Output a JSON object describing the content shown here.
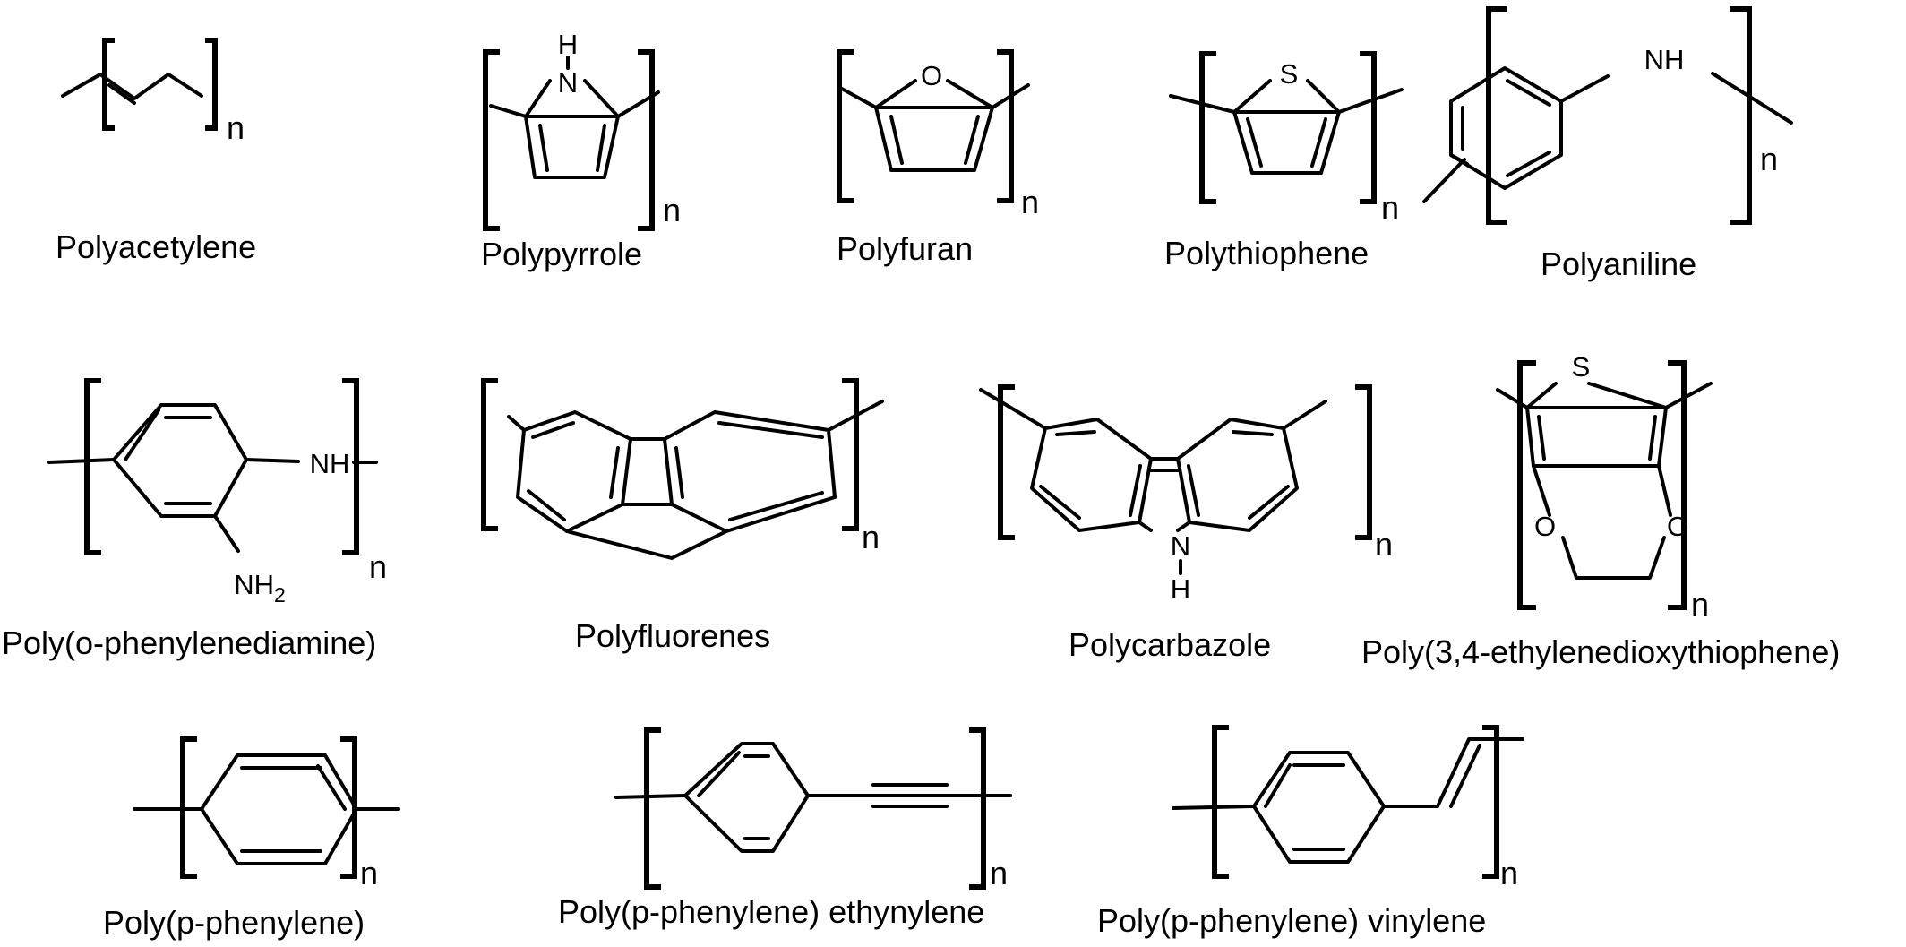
{
  "polymers": [
    {
      "id": "polyacetylene",
      "name": "Polyacetylene",
      "subscript": "n",
      "atoms": []
    },
    {
      "id": "polypyrrole",
      "name": "Polypyrrole",
      "subscript": "n",
      "atoms": [
        "N",
        "H"
      ]
    },
    {
      "id": "polyfuran",
      "name": "Polyfuran",
      "subscript": "n",
      "atoms": [
        "O"
      ]
    },
    {
      "id": "polythiophene",
      "name": "Polythiophene",
      "subscript": "n",
      "atoms": [
        "S"
      ]
    },
    {
      "id": "polyaniline",
      "name": "Polyaniline",
      "subscript": "n",
      "atoms": [
        "NH"
      ]
    },
    {
      "id": "poly-o-phenylenediamine",
      "name": "Poly(o-phenylenediamine)",
      "subscript": "n",
      "atoms": [
        "NH",
        "NH",
        "2"
      ]
    },
    {
      "id": "polyfluorenes",
      "name": "Polyfluorenes",
      "subscript": "n",
      "atoms": []
    },
    {
      "id": "polycarbazole",
      "name": "Polycarbazole",
      "subscript": "n",
      "atoms": [
        "N",
        "H"
      ]
    },
    {
      "id": "pedot",
      "name": "Poly(3,4-ethylenedioxythiophene)",
      "subscript": "n",
      "atoms": [
        "S",
        "O",
        "O"
      ]
    },
    {
      "id": "poly-p-phenylene",
      "name": "Poly(p-phenylene)",
      "subscript": "n",
      "atoms": []
    },
    {
      "id": "ppe",
      "name": "Poly(p-phenylene) ethynylene",
      "subscript": "n",
      "atoms": []
    },
    {
      "id": "ppv",
      "name": "Poly(p-phenylene) vinylene",
      "subscript": "n",
      "atoms": []
    }
  ]
}
